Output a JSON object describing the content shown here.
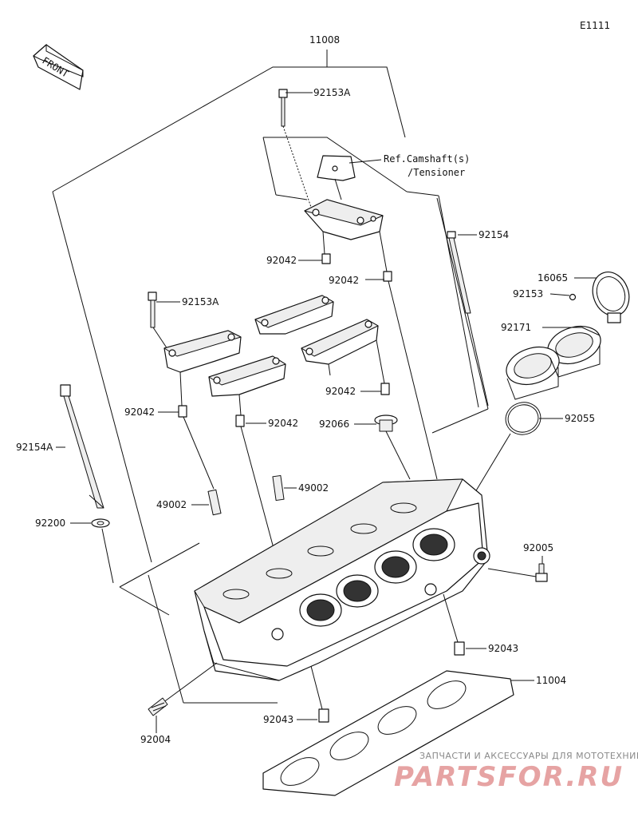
{
  "diagram_code": "E1111",
  "front_label": "FRONT",
  "ref_note": {
    "line1": "Ref.Camshaft(s)",
    "line2": "/Tensioner"
  },
  "parts": {
    "p11008": "11008",
    "p92153A_top": "92153A",
    "p92154_top": "92154",
    "p92042_a": "92042",
    "p92042_b": "92042",
    "p16065": "16065",
    "p92153": "92153",
    "p92153A_left": "92153A",
    "p92171": "92171",
    "p92042_c": "92042",
    "p92042_d": "92042",
    "p92042_e": "92042",
    "p92066": "92066",
    "p92055": "92055",
    "p92154A": "92154A",
    "p49002_a": "49002",
    "p49002_b": "49002",
    "p92200": "92200",
    "p92005": "92005",
    "p92043_a": "92043",
    "p11004": "11004",
    "p92043_b": "92043",
    "p92004": "92004"
  },
  "watermark": {
    "subtitle": "ЗАПЧАСТИ И АКСЕССУАРЫ ДЛЯ МОТОТЕХНИКИ",
    "brand": "PARTSFOR.RU"
  }
}
